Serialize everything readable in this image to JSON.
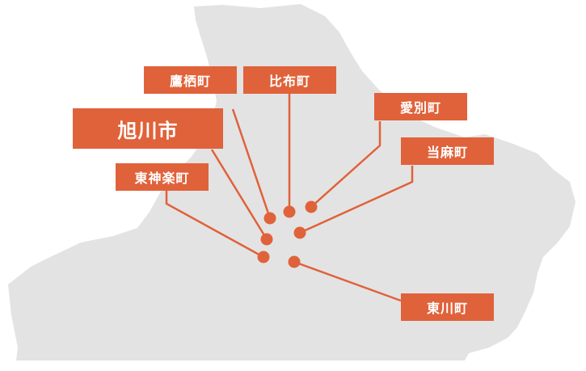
{
  "colors": {
    "land": "#e3e3e3",
    "accent": "#e0623a",
    "background": "#ffffff"
  },
  "labels": {
    "asahikawa": "旭川市",
    "takasu": "鷹栖町",
    "pippu": "比布町",
    "aibetsu": "愛別町",
    "touma": "当麻町",
    "higashikagura": "東神楽町",
    "higashikawa": "東川町"
  }
}
